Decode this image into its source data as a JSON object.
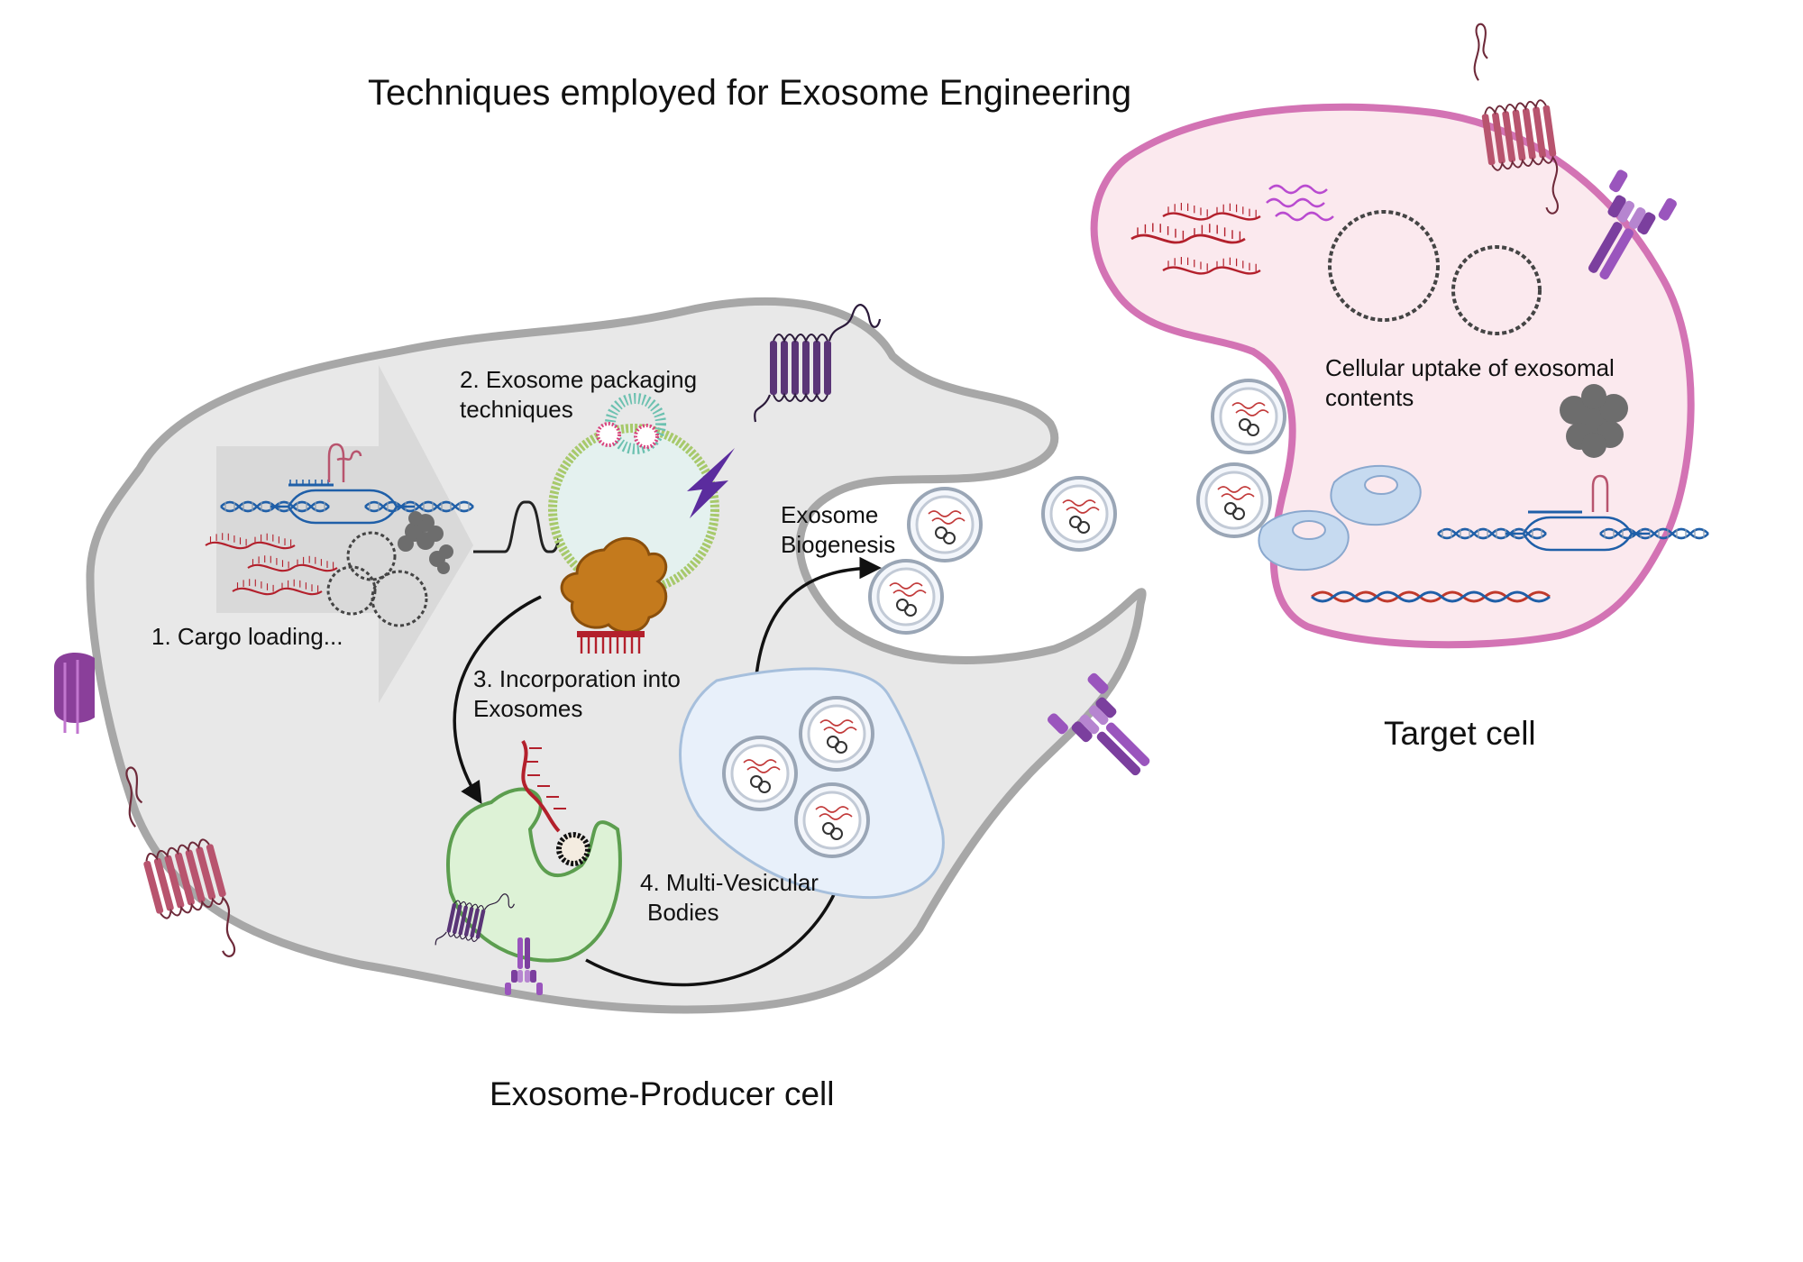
{
  "title": "Techniques employed for Exosome Engineering",
  "steps": {
    "cargo_loading": "1.  Cargo loading...",
    "packaging_line1": "2. Exosome packaging",
    "packaging_line2": "techniques",
    "incorporation_line1": "3. Incorporation into",
    "incorporation_line2": "Exosomes",
    "mvb_line1": "4. Multi-Vesicular",
    "mvb_line2": "Bodies"
  },
  "labels": {
    "biogenesis_line1": "Exosome",
    "biogenesis_line2": "Biogenesis",
    "uptake_line1": "Cellular uptake of exosomal",
    "uptake_line2": "contents",
    "producer_cell": "Exosome-Producer cell",
    "target_cell": "Target cell"
  },
  "colors": {
    "producer_fill": "#e8e8e8",
    "producer_stroke": "#a7a7a7",
    "target_fill": "#fbe9ee",
    "target_stroke": "#d373b4",
    "rna_red": "#b3202c",
    "receptor_purple": "#6a3d8c",
    "receptor_pink": "#b8546e",
    "mvb_fill": "#e8f0fa",
    "mvb_stroke": "#a6bfdc",
    "endosome_fill": "#ddf2d6",
    "endosome_stroke": "#5c9e4f",
    "packaging_vesicle": "#a7c96b",
    "protein_orange": "#c47a1d",
    "lightning": "#5b2c9e"
  }
}
